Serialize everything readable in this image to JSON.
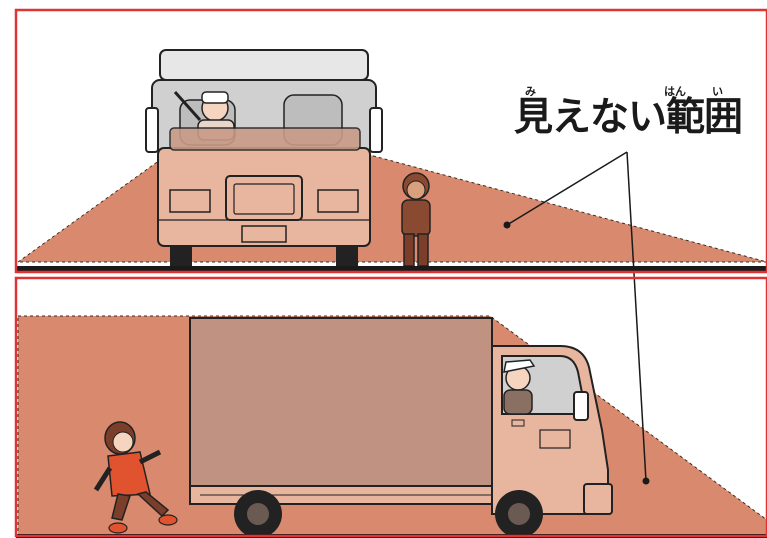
{
  "label": {
    "text": "見えない範囲",
    "furigana": {
      "mi": "み",
      "han": "はん",
      "i": "い"
    }
  },
  "colors": {
    "blind_zone": "#d98a6e",
    "frame": "#e03434",
    "ground": "#1a1a1a",
    "truck_body": "#e8b59e",
    "cargo_box": "#c09282",
    "cab_window": "#c9c9c9"
  }
}
